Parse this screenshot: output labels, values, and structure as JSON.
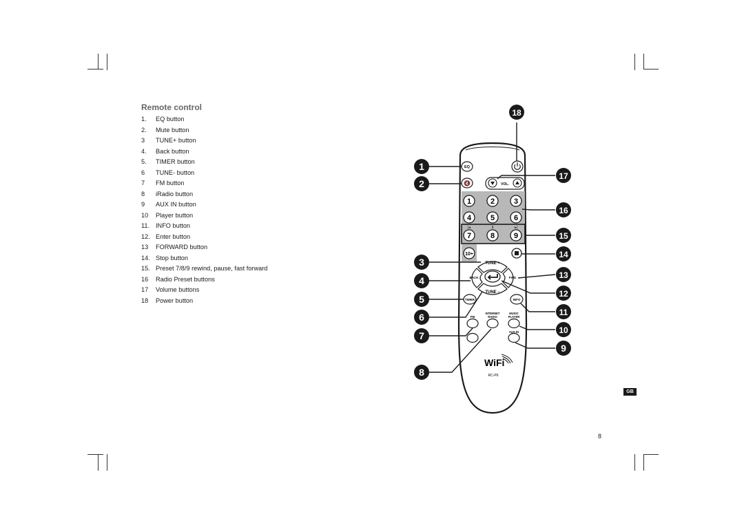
{
  "page": {
    "title": "Remote control",
    "page_number": "8",
    "language_badge": "GB"
  },
  "items": [
    {
      "num": "1.",
      "label": "EQ button"
    },
    {
      "num": "2.",
      "label": "Mute button"
    },
    {
      "num": "3",
      "label": "TUNE+ button"
    },
    {
      "num": "4.",
      "label": "Back button"
    },
    {
      "num": "5.",
      "label": "TIMER button"
    },
    {
      "num": "6",
      "label": "TUNE- button"
    },
    {
      "num": "7",
      "label": "FM button"
    },
    {
      "num": "8",
      "label": "iRadio button"
    },
    {
      "num": "9",
      "label": "AUX IN button"
    },
    {
      "num": "10",
      "label": "Player button"
    },
    {
      "num": "11.",
      "label": "INFO button"
    },
    {
      "num": "12.",
      "label": "Enter button"
    },
    {
      "num": "13",
      "label": "FORWARD button"
    },
    {
      "num": "14.",
      "label": "Stop button"
    },
    {
      "num": "15.",
      "label": "Preset 7/8/9 rewind, pause, fast forward"
    },
    {
      "num": "16",
      "label": "Radio Preset buttons"
    },
    {
      "num": "17",
      "label": "Volume buttons"
    },
    {
      "num": "18",
      "label": "Power button"
    }
  ],
  "remote": {
    "callouts": [
      "1",
      "2",
      "3",
      "4",
      "5",
      "6",
      "7",
      "8",
      "9",
      "10",
      "11",
      "12",
      "13",
      "14",
      "15",
      "16",
      "17",
      "18"
    ],
    "keys": {
      "eq": "EQ",
      "vol": "VOL.",
      "back": "BACK",
      "fwd": "FWD",
      "tune_plus": "TUNE +",
      "tune_minus": "TUNE –",
      "timer": "TIMER",
      "info": "INFO",
      "fm": "FM",
      "internet_radio_1": "INTERNET",
      "internet_radio_2": "RADIO",
      "music_player_1": "MUSIC",
      "music_player_2": "PLAYER",
      "aux_in": "AUX IN",
      "ten_plus": "10+",
      "d1": "1",
      "d2": "2",
      "d3": "3",
      "d4": "4",
      "d5": "5",
      "d6": "6",
      "d7": "7",
      "d8": "8",
      "d9": "9"
    },
    "brand": "WiFi",
    "model": "RC-P6"
  }
}
